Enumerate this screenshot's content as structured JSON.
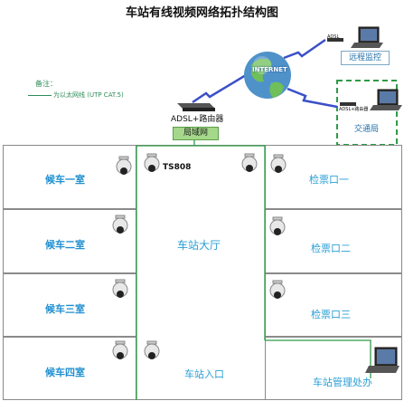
{
  "title": "车站有线视频网络拓扑结构图",
  "legend": {
    "label": "备注：",
    "line_text": "为以太网线 (UTP CAT.5)",
    "line_color": "#2e8b57"
  },
  "network": {
    "internet_label": "INTERNET",
    "router_label": "ADSL+路由器",
    "lan_label": "局域网",
    "adsl_remote": "ADSL",
    "adsl_traffic": "ADSL+路由器",
    "remote_monitor": "远程监控",
    "traffic_bureau": "交通局"
  },
  "camera_label": "TS808",
  "rooms_left": [
    "候车一室",
    "候车二室",
    "候车三室",
    "候车四室"
  ],
  "hall": "车站大厅",
  "entrance": "车站入口",
  "rooms_right": [
    "检票口一",
    "检票口二",
    "检票口三",
    "车站管理处办"
  ],
  "colors": {
    "label_blue": "#1f8fcf",
    "wire_green": "#2e9b47",
    "lan_green": "#a5d88a",
    "wireless_blue": "#3b50c8"
  }
}
